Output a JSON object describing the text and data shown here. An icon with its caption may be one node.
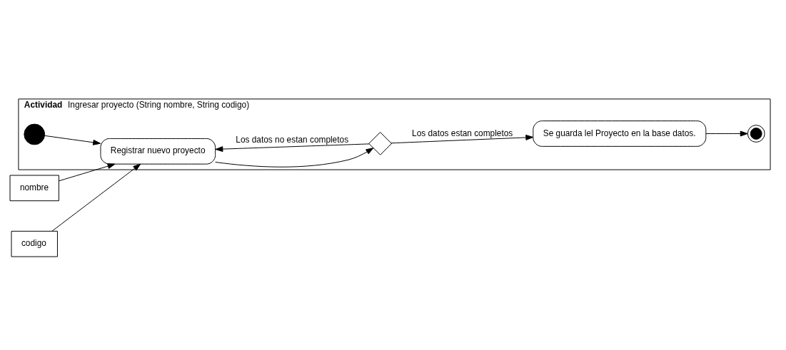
{
  "diagram": {
    "nodes": [
      {
        "text": [
          "**Actividad** Ingresar proyecto (String nombre, String codigo)"
        ]
      },
      {
        "text": [
          "nombre"
        ]
      },
      {
        "text": [
          "codigo"
        ]
      },
      {
        "text": [],
        "shape": "circle",
        "in": 0
      },
      {
        "text": [
          "Registrar nuevo proyecto"
        ],
        "in": 0
      },
      {
        "text": [],
        "shape": "diamond",
        "in": 0
      },
      {
        "text": [
          "Se guarda lel Proyecto en la base datos."
        ],
        "in": 0
      },
      {
        "text": [],
        "shape": "bullseye",
        "in": 0
      }
    ],
    "edges": [
      {
        "from": 3,
        "to": 4,
        "arrow": "to"
      },
      {
        "from": 1,
        "to": 4,
        "arrow": "to"
      },
      {
        "from": 2,
        "to": 4,
        "arrow": "to"
      },
      {
        "from": 4,
        "to": 5,
        "arrow": "to"
      },
      {
        "from": 5,
        "to": 6,
        "arrow": "to",
        "label": "Los datos estan completos"
      },
      {
        "from": 5,
        "to": 4,
        "arrow": "to",
        "label": "Los datos no estan completos"
      },
      {
        "from": 6,
        "to": 7,
        "arrow": "to"
      }
    ]
  }
}
